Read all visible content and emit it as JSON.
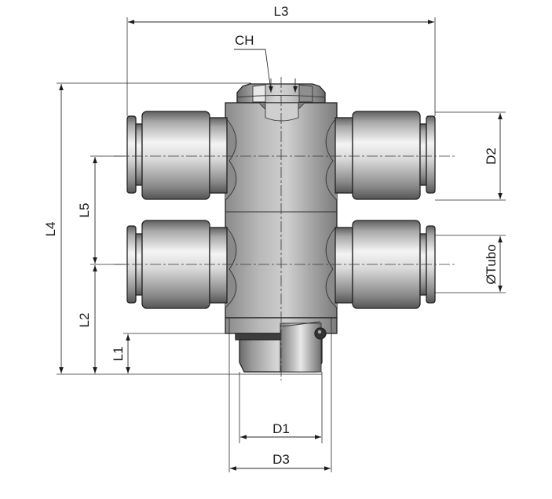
{
  "labels": {
    "l3": "L3",
    "ch": "CH",
    "l4": "L4",
    "l5": "L5",
    "l2": "L2",
    "l1": "L1",
    "d2": "D2",
    "tubo": "ØTubo",
    "d1": "D1",
    "d3": "D3"
  },
  "colors": {
    "metal_dark": "#6e6e6e",
    "metal_mid": "#bdbdbd",
    "metal_light": "#f2f2f2",
    "body": "#a9a9a9",
    "ink": "#1a1a1a"
  }
}
